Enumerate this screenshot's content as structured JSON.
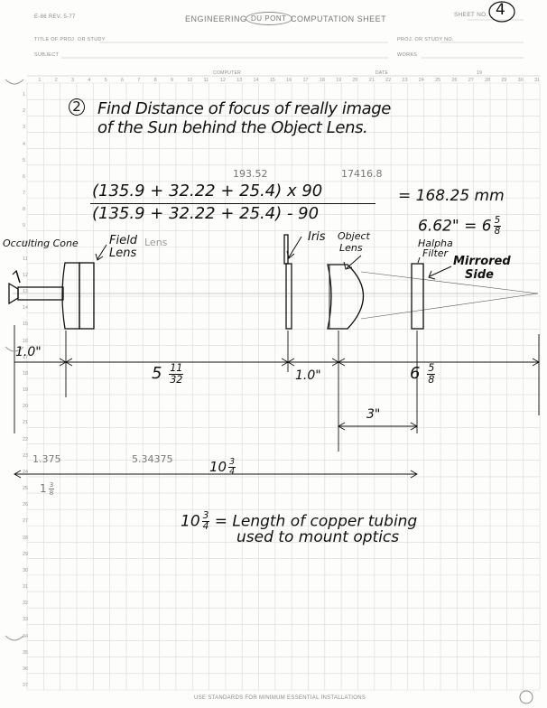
{
  "header": {
    "form_number": "E-86 REV. 5-77",
    "left_title": "ENGINEERING",
    "logo_text": "DU PONT",
    "right_title": "COMPUTATION SHEET",
    "sheet_label": "SHEET NO.",
    "sheet_number": "4",
    "title_label": "TITLE OF PROJ. OR STUDY",
    "proj_label": "PROJ. OR STUDY NO.",
    "subject_label": "SUBJECT",
    "works_label": "WORKS",
    "computer_label": "COMPUTER",
    "date_label": "DATE",
    "year_label": "19"
  },
  "grid": {
    "columns": [
      "1",
      "2",
      "3",
      "4",
      "5",
      "6",
      "7",
      "8",
      "9",
      "10",
      "11",
      "12",
      "13",
      "14",
      "15",
      "16",
      "17",
      "18",
      "19",
      "20",
      "21",
      "22",
      "23",
      "24",
      "25",
      "26",
      "27",
      "28",
      "29",
      "30",
      "31"
    ],
    "rows": [
      "1",
      "2",
      "3",
      "4",
      "5",
      "6",
      "7",
      "8",
      "9",
      "10",
      "11",
      "12",
      "13",
      "14",
      "15",
      "16",
      "17",
      "18",
      "19",
      "20",
      "21",
      "22",
      "23",
      "24",
      "25",
      "26",
      "27",
      "28",
      "29",
      "30",
      "31",
      "32",
      "33",
      "34",
      "35",
      "36",
      "37"
    ]
  },
  "notes": {
    "step_number": "2",
    "heading_line1": "Find Distance of focus of really image",
    "heading_line2": "of the Sun behind the Object Lens.",
    "pencil_sum": "193.52",
    "pencil_product": "17416.8",
    "formula_numerator": "(135.9 + 32.22 + 25.4) x 90",
    "formula_denominator": "(135.9 + 32.22 + 25.4) - 90",
    "formula_result": "= 168.25 mm",
    "filter_eq_left": "6.62\"",
    "filter_eq_eq": "=",
    "filter_eq_whole": "6",
    "filter_eq_num": "5",
    "filter_eq_den": "8",
    "footer": "USE STANDARDS FOR MINIMUM ESSENTIAL INSTALLATIONS"
  },
  "labels": {
    "occulting_cone": "Occulting Cone",
    "field_lens_1": "Field",
    "field_lens_2": "Lens",
    "field_lens_pencil": "Lens",
    "iris": "Iris",
    "object_lens_1": "Object",
    "object_lens_2": "Lens",
    "halpha_1": "Halpha",
    "halpha_2": "Filter",
    "mirrored_1": "Mirrored",
    "mirrored_2": "Side"
  },
  "dimensions": {
    "d1": "1.0\"",
    "d2_whole": "5",
    "d2_num": "11",
    "d2_den": "32",
    "d3": "1.0\"",
    "d4_whole": "6",
    "d4_num": "5",
    "d4_den": "8",
    "d5": "3\"",
    "pencil_a": "1.375",
    "pencil_b": "5.34375",
    "pencil_c_whole": "1",
    "pencil_c_num": "3",
    "pencil_c_den": "8",
    "total_whole": "10",
    "total_num": "3",
    "total_den": "4"
  },
  "conclusion": {
    "whole": "10",
    "num": "3",
    "den": "4",
    "line1": "= Length of copper tubing",
    "line2": "used to mount optics"
  },
  "colors": {
    "grid": "#d9dad6",
    "ink": "#111111",
    "pencil": "#777777",
    "header": "#8a8a8a"
  }
}
